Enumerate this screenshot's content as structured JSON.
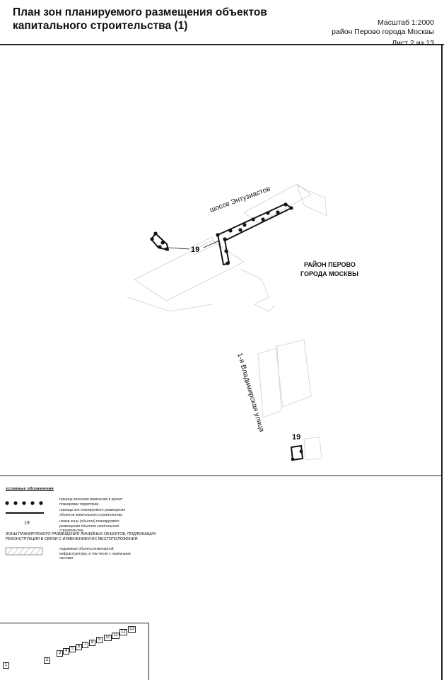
{
  "header": {
    "title_line1": "План зон планируемого размещения объектов",
    "title_line2": "капитального строительства (1)",
    "scale": "Масштаб  1:2000",
    "district": "район Перово города Москвы",
    "sheet": "Лист 2 из 13"
  },
  "map": {
    "street_1": "шоссе Энтузиастов",
    "street_2": "1-я Владимирская улица",
    "district_label_1": "РАЙОН ПЕРОВО",
    "district_label_2": "ГОРОДА МОСКВЫ",
    "zone_number_1": "19",
    "zone_number_2": "19"
  },
  "legend": {
    "title": "условные обозначения",
    "item1": "граница внесения изменения в проект планировки территории",
    "item2": "границы зон планируемого размещения объектов капитального строительства",
    "item3_symbol": "19",
    "item3": "номер зоны (объекта) планируемого размещения объектов капитального строительства",
    "section": "ЗОНЫ ПЛАНИРУЕМОГО РАЗМЕЩЕНИЯ ЛИНЕЙНЫХ ОБЪЕКТОВ, ПОДЛЕЖАЩИХ РЕКОНСТРУКЦИИ В СВЯЗИ С ИЗМЕНЕНИЕМ ИХ МЕСТОПОЛОЖЕНИЯ",
    "item4": "подземные объекты инженерной инфраструктуры, в том числе с наземными частями"
  },
  "sheet_index": {
    "sheets": [
      "1",
      "2",
      "3",
      "4",
      "5",
      "6",
      "7",
      "8",
      "9",
      "10",
      "11",
      "12",
      "13"
    ],
    "current": "2"
  }
}
